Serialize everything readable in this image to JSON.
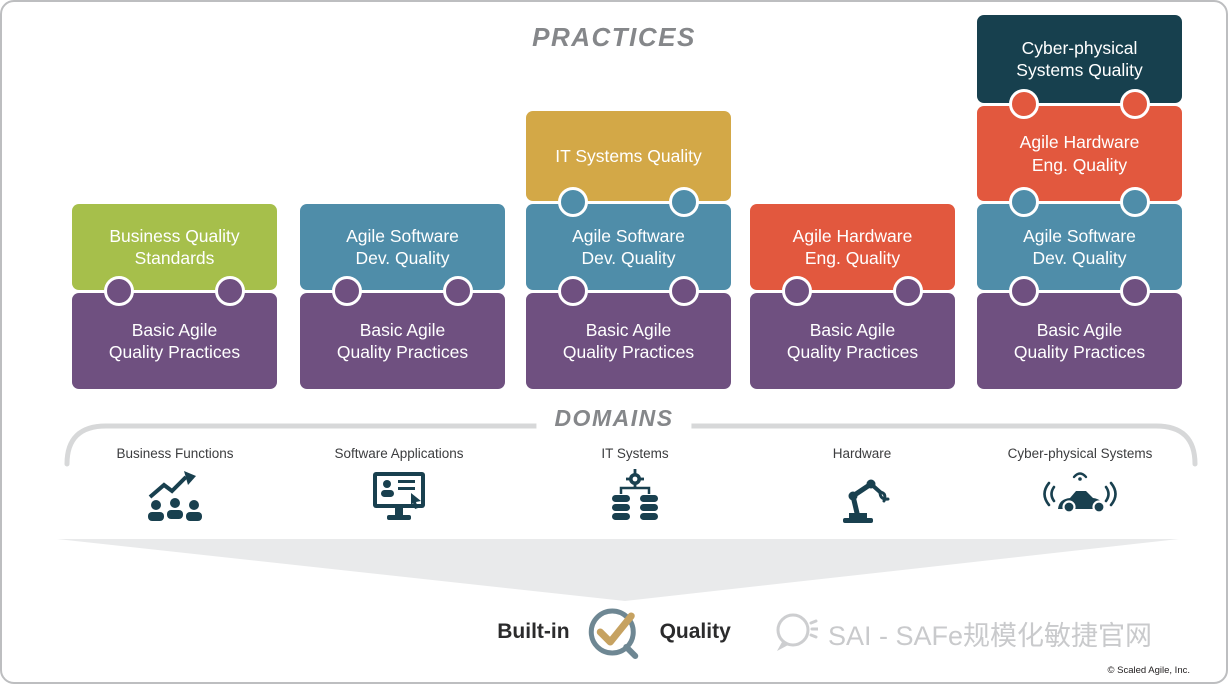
{
  "practices": {
    "title": "PRACTICES"
  },
  "domains": {
    "title": "DOMAINS",
    "items": [
      {
        "label": "Business Functions"
      },
      {
        "label": "Software Applications"
      },
      {
        "label": "IT Systems"
      },
      {
        "label": "Hardware"
      },
      {
        "label": "Cyber-physical Systems"
      }
    ]
  },
  "columns": [
    {
      "blocks": [
        {
          "label": "Business Quality\nStandards",
          "color": "#a6bf4b"
        },
        {
          "label": "Basic Agile\nQuality Practices",
          "color": "#6f5080"
        }
      ]
    },
    {
      "blocks": [
        {
          "label": "Agile Software\nDev. Quality",
          "color": "#4f8da9"
        },
        {
          "label": "Basic Agile\nQuality Practices",
          "color": "#6f5080"
        }
      ]
    },
    {
      "blocks": [
        {
          "label": "IT Systems Quality",
          "color": "#d3a847"
        },
        {
          "label": "Agile Software\nDev. Quality",
          "color": "#4f8da9"
        },
        {
          "label": "Basic Agile\nQuality Practices",
          "color": "#6f5080"
        }
      ]
    },
    {
      "blocks": [
        {
          "label": "Agile Hardware\nEng. Quality",
          "color": "#e2583e"
        },
        {
          "label": "Basic Agile\nQuality Practices",
          "color": "#6f5080"
        }
      ]
    },
    {
      "blocks": [
        {
          "label": "Cyber-physical\nSystems Quality",
          "color": "#17404e"
        },
        {
          "label": "Agile Hardware\nEng. Quality",
          "color": "#e2583e"
        },
        {
          "label": "Agile Software\nDev. Quality",
          "color": "#4f8da9"
        },
        {
          "label": "Basic Agile\nQuality Practices",
          "color": "#6f5080"
        }
      ]
    }
  ],
  "footer": {
    "built_in": "Built-in",
    "quality": "Quality",
    "watermark": "SAI - SAFe规模化敏捷官网",
    "copyright": "© Scaled Agile, Inc."
  }
}
